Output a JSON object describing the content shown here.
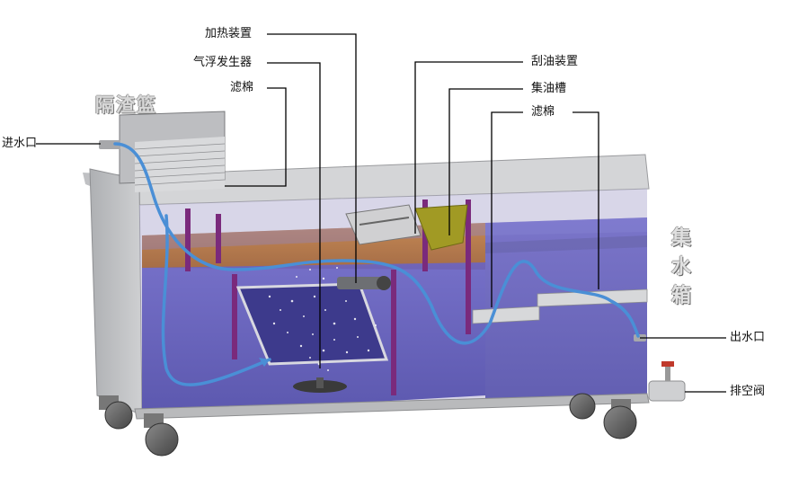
{
  "labels": {
    "heating_device": "加热装置",
    "air_flotation_generator": "气浮发生器",
    "filter_cotton_left": "滤棉",
    "slag_basket": "隔渣篮",
    "water_inlet": "进水口",
    "oil_scraper": "刮油装置",
    "oil_collection_tank": "集油槽",
    "filter_cotton_right": "滤棉",
    "water_tank": "集水箱",
    "water_outlet": "出水口",
    "drain_valve": "排空阀"
  },
  "colors": {
    "steel": "#c8c9cb",
    "steel_dark": "#9fa0a3",
    "water": "#5a5ab4",
    "oil": "#b2692d",
    "baffle": "#7a2a7c",
    "flow_line": "#4a8fd6",
    "leader_line": "#000000"
  }
}
